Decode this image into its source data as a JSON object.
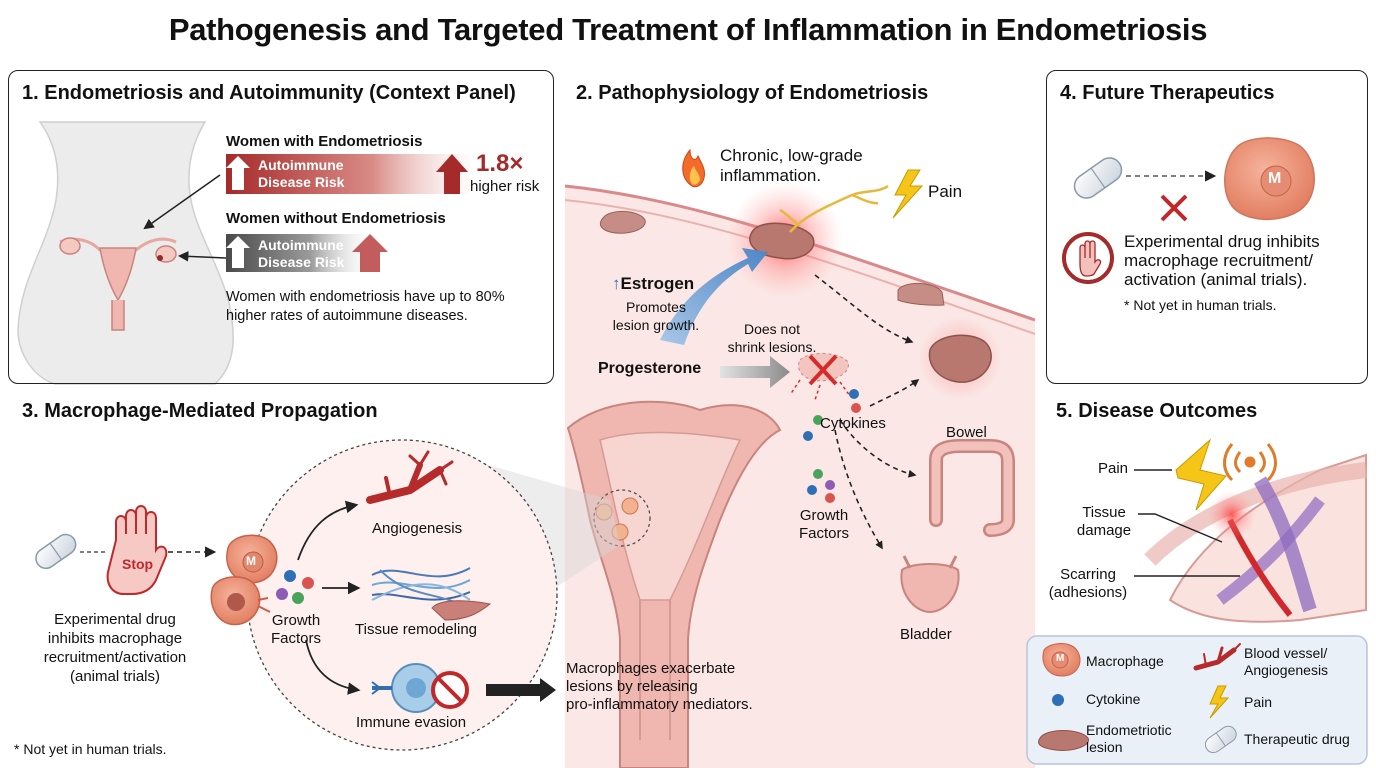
{
  "title": "Pathogenesis and Targeted Treatment of Inflammation in Endometriosis",
  "panel1": {
    "title": "1. Endometriosis and Autoimmunity (Context Panel)",
    "with_label": "Women with Endometriosis",
    "with_bar_line1": "Autoimmune",
    "with_bar_line2": "Disease Risk",
    "risk_value": "1.8×",
    "risk_caption": "higher risk",
    "without_label": "Women without Endometriosis",
    "without_bar_line1": "Autoimmune",
    "without_bar_line2": "Disease Risk",
    "summary_line1": "Women with endometriosis have up to 80%",
    "summary_line2": "higher rates of autoimmune diseases."
  },
  "panel2": {
    "title": "2. Pathophysiology of Endometriosis",
    "inflammation_line1": "Chronic, low-grade",
    "inflammation_line2": "inflammation.",
    "pain": "Pain",
    "estrogen": "Estrogen",
    "estrogen_line1": "Promotes",
    "estrogen_line2": "lesion growth.",
    "progesterone": "Progesterone",
    "progesterone_line1": "Does not",
    "progesterone_line2": "shrink lesions.",
    "cytokines": "Cytokines",
    "growth_line1": "Growth",
    "growth_line2": "Factors",
    "bowel": "Bowel",
    "bladder": "Bladder"
  },
  "panel3": {
    "title": "3. Macrophage-Mediated Propagation",
    "stop": "Stop",
    "macrophage_letter": "M",
    "growth_line1": "Growth",
    "growth_line2": "Factors",
    "angiogenesis": "Angiogenesis",
    "tissue_remodeling": "Tissue remodeling",
    "immune_evasion": "Immune evasion",
    "drug_line1": "Experimental drug",
    "drug_line2": "inhibits macrophage",
    "drug_line3": "recruitment/activation",
    "drug_line4": "(animal trials)",
    "exacerbate_line1": "Macrophages exacerbate",
    "exacerbate_line2": "lesions by releasing",
    "exacerbate_line3": "pro-inflammatory mediators.",
    "footnote": "* Not yet in human trials."
  },
  "panel4": {
    "title": "4. Future Therapeutics",
    "macrophage_letter": "M",
    "drug_line1": "Experimental drug inhibits",
    "drug_line2": "macrophage recruitment/",
    "drug_line3": "activation (animal trials).",
    "footnote": "* Not yet in human trials."
  },
  "panel5": {
    "title": "5. Disease Outcomes",
    "pain": "Pain",
    "tissue_line1": "Tissue",
    "tissue_line2": "damage",
    "scarring_line1": "Scarring",
    "scarring_line2": "(adhesions)"
  },
  "legend": {
    "macrophage": "Macrophage",
    "macrophage_letter": "M",
    "blood_vessel_line1": "Blood vessel/",
    "blood_vessel_line2": "Angiogenesis",
    "cytokine": "Cytokine",
    "pain": "Pain",
    "lesion_line1": "Endometriotic",
    "lesion_line2": "lesion",
    "therapeutic_drug": "Therapeutic drug"
  },
  "colors": {
    "accent_red": "#b83a3a",
    "tissue_pink": "#f3c9c2",
    "lesion_brown": "#b8776f",
    "pain_yellow": "#f5c518",
    "estrogen_blue": "#2f6fb5",
    "legend_bg": "#e9f0f8"
  }
}
